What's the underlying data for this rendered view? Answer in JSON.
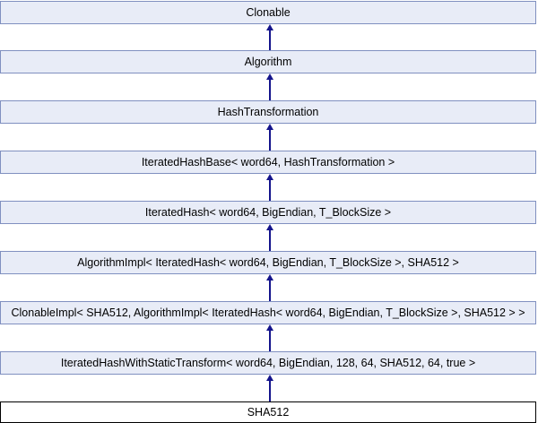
{
  "diagram": {
    "type": "class-inheritance-diagram",
    "colors": {
      "node_fill": "#e8ecf7",
      "node_border": "#8090c0",
      "current_node_fill": "#ffffff",
      "current_node_border": "#000000",
      "arrow": "#14148c",
      "text": "#000000",
      "background": "#ffffff"
    },
    "nodes": [
      {
        "label": "Clonable"
      },
      {
        "label": "Algorithm"
      },
      {
        "label": "HashTransformation"
      },
      {
        "label": "IteratedHashBase< word64, HashTransformation >"
      },
      {
        "label": "IteratedHash< word64, BigEndian, T_BlockSize >"
      },
      {
        "label": "AlgorithmImpl< IteratedHash< word64, BigEndian, T_BlockSize >, SHA512 >"
      },
      {
        "label": "ClonableImpl< SHA512, AlgorithmImpl< IteratedHash< word64, BigEndian, T_BlockSize >, SHA512 > >"
      },
      {
        "label": "IteratedHashWithStaticTransform< word64, BigEndian, 128, 64, SHA512, 64, true >"
      },
      {
        "label": "SHA512",
        "current": true
      }
    ]
  }
}
